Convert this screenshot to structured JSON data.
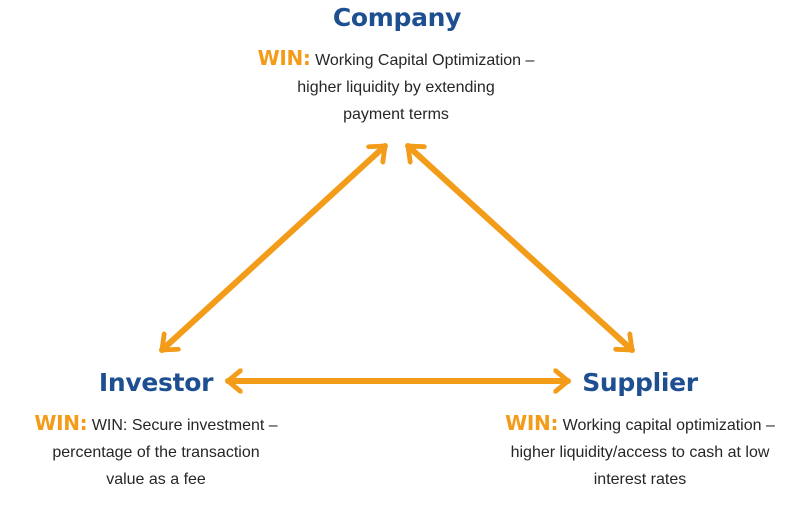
{
  "colors": {
    "arrow": "#f39c1a",
    "title": "#1d4f91",
    "win": "#f39c1a",
    "text": "#262626"
  },
  "company": {
    "title": "Company",
    "win_label": "WIN:",
    "lines": [
      "Working Capital Optimization –",
      "higher liquidity by extending",
      "payment terms"
    ]
  },
  "investor": {
    "title": "Investor",
    "win_label": "WIN:",
    "lines": [
      "WIN: Secure investment –",
      "percentage of the transaction",
      "value as a fee"
    ]
  },
  "supplier": {
    "title": "Supplier",
    "win_label": "WIN:",
    "lines": [
      "Working capital optimization –",
      "higher liquidity/access to cash at low",
      "interest rates"
    ]
  }
}
